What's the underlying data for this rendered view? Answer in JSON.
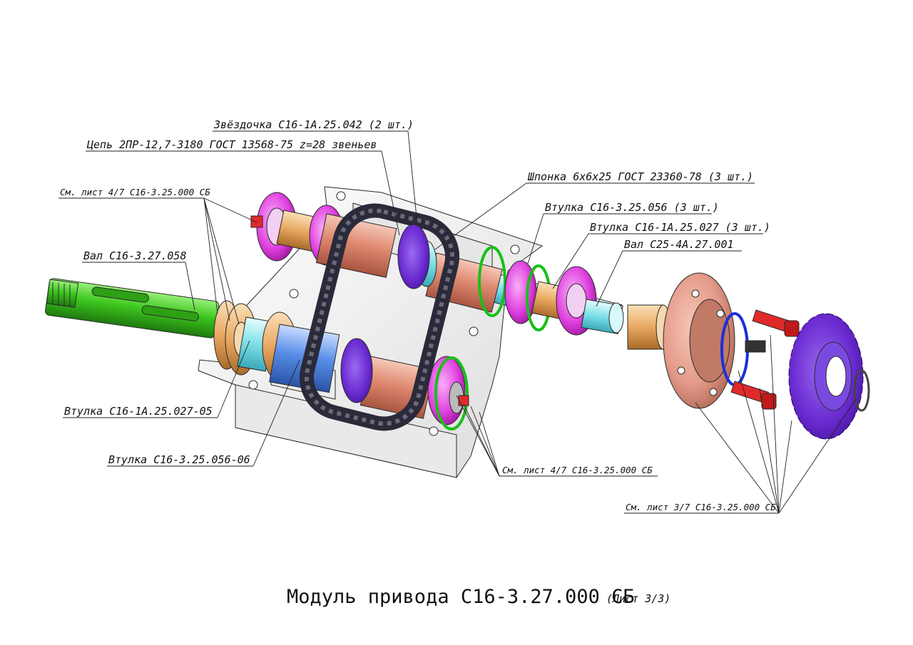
{
  "labels": {
    "sprocket": "Звёздочка С16-1А.25.042 (2 шт.)",
    "chain": "Цепь 2ПР-12,7-3180 ГОСТ 13568-75 z=28 звеньев",
    "key": "Шпонка 6х6х25 ГОСТ 23360-78 (3 шт.)",
    "ref_4_7_top": "См. лист 4/7 С16-3.25.000 СБ",
    "bushing_056": "Втулка С16-3.25.056 (3 шт.)",
    "bushing_027": "Втулка С16-1А.25.027 (3 шт.)",
    "shaft_058": "Вал С16-3.27.058",
    "shaft_c25": "Вал С25-4А.27.001",
    "bushing_027_05": "Втулка С16-1А.25.027-05",
    "bushing_056_06": "Втулка С16-3.25.056-06",
    "ref_4_7_bottom": "См. лист 4/7 С16-3.25.000 СБ",
    "ref_3_7": "См. лист 3/7 С16-3.25.000 СБ"
  },
  "title": "Модуль привода С16-3.27.000 СБ",
  "subtitle": "(Лист 3/3)",
  "colors": {
    "shaft_green": "#3ec81f",
    "bearing_magenta": "#e040e0",
    "bushing_orange": "#e8a860",
    "sleeve_salmon": "#e89a80",
    "sleeve_blue": "#5a8fe8",
    "sleeve_cyan": "#7ee0e8",
    "flange_pink": "#e49a88",
    "sprocket_purple": "#6a2ad0",
    "ring_green": "#18c018",
    "ring_blue": "#1a30d8",
    "bolt_red": "#e02a2a",
    "chain_dark": "#2a2a3a",
    "housing": "#f2f2f2"
  }
}
